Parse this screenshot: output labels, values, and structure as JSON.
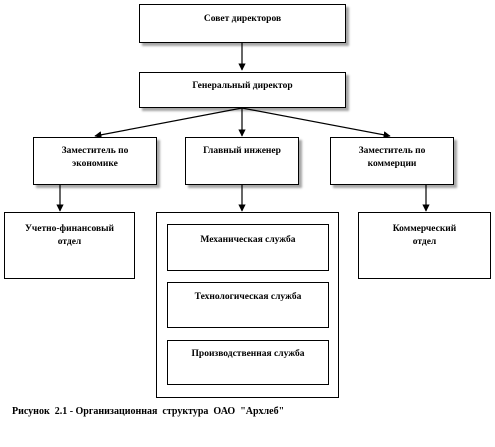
{
  "diagram": {
    "board": "Совет директоров",
    "general_director": "Генеральный  директор",
    "deputy_economics": "Заместитель  по экономике",
    "chief_engineer": "Главный инженер",
    "deputy_commerce": "Заместитель  по коммерции",
    "accounting": "Учетно-финансовый  отдел",
    "mechanical": "Механическая  служба",
    "technological": "Технологическая служба",
    "production": "Производственная служба",
    "commercial": "Коммерческий отдел"
  },
  "caption": "Рисунок  2.1 - Организационная  структура  ОАО  \"Архлеб\""
}
